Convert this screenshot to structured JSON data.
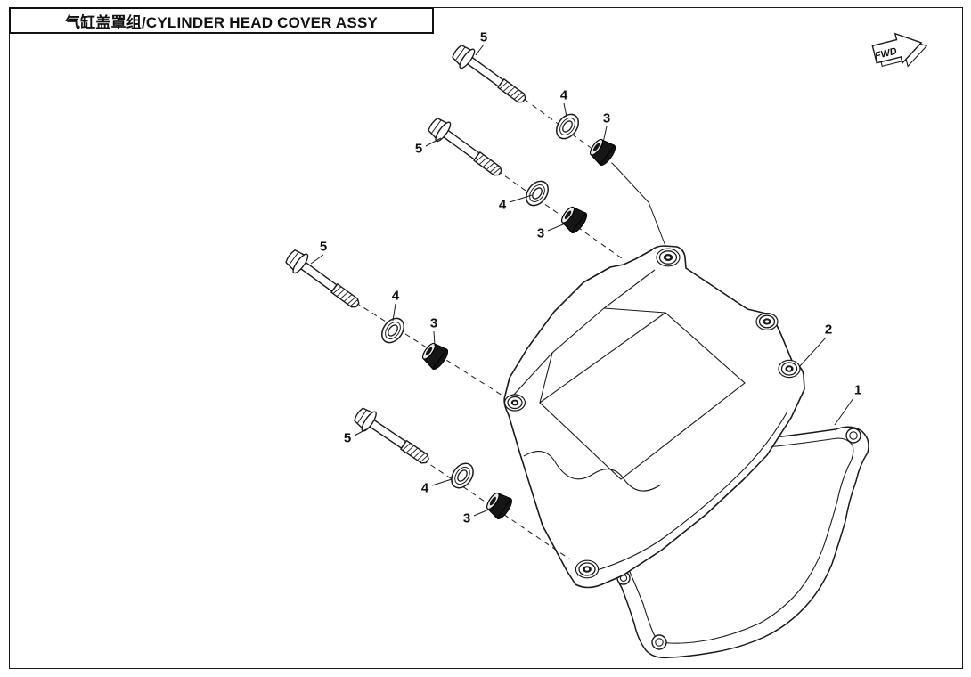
{
  "page": {
    "background_color": "#ffffff",
    "line_color": "#1a1a1a"
  },
  "header": {
    "title": "气缸盖罩组/CYLINDER HEAD COVER ASSY"
  },
  "fwd_indicator": {
    "label": "FWD"
  },
  "callouts": [
    {
      "label": "5"
    },
    {
      "label": "4"
    },
    {
      "label": "3"
    },
    {
      "label": "5"
    },
    {
      "label": "4"
    },
    {
      "label": "3"
    },
    {
      "label": "5"
    },
    {
      "label": "4"
    },
    {
      "label": "3"
    },
    {
      "label": "5"
    },
    {
      "label": "4"
    },
    {
      "label": "3"
    },
    {
      "label": "2"
    },
    {
      "label": "1"
    }
  ]
}
